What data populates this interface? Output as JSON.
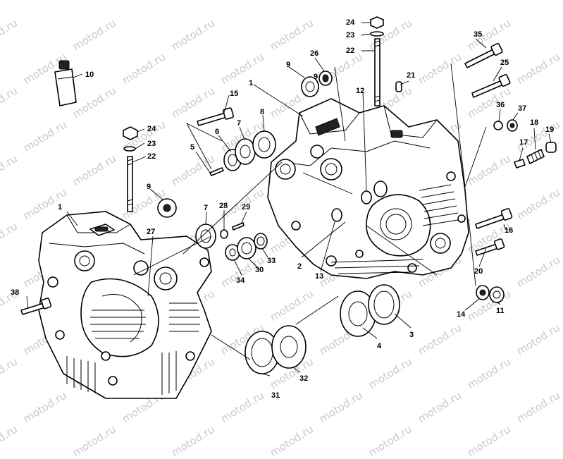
{
  "watermark": {
    "text": "motod.ru",
    "color": "#c9c9c9"
  },
  "callouts": [
    "1",
    "1",
    "2",
    "3",
    "4",
    "5",
    "6",
    "7",
    "7",
    "8",
    "9",
    "9",
    "9",
    "10",
    "11",
    "12",
    "13",
    "14",
    "15",
    "16",
    "17",
    "18",
    "19",
    "20",
    "21",
    "22",
    "22",
    "23",
    "23",
    "24",
    "24",
    "25",
    "26",
    "27",
    "28",
    "29",
    "30",
    "31",
    "32",
    "33",
    "34",
    "35",
    "36",
    "37",
    "38"
  ]
}
